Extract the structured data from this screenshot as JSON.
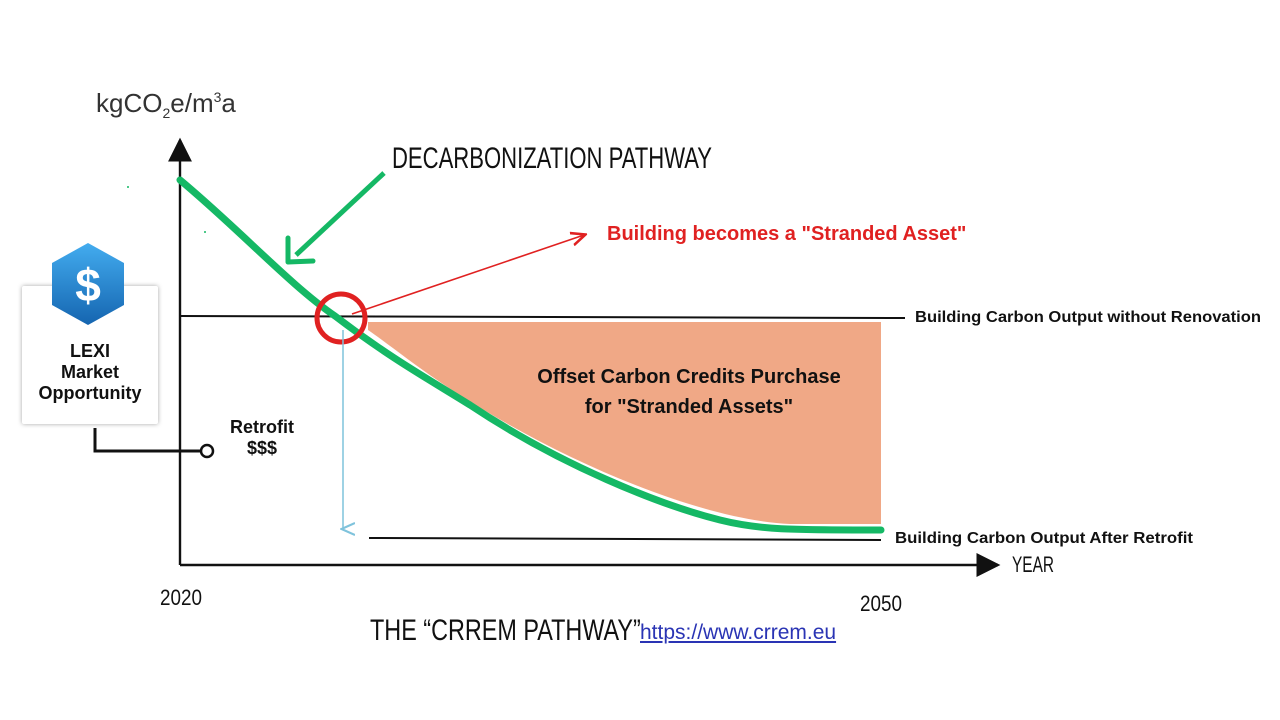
{
  "y_axis_label": {
    "prefix": "kgCO",
    "sub": "2",
    "mid": "e/m",
    "sup": "3",
    "suffix": "a"
  },
  "x_axis_label": "YEAR",
  "x_tick_start": "2020",
  "x_tick_end": "2050",
  "pathway_label": "DECARBONIZATION PATHWAY",
  "stranded_label": "Building becomes a \"Stranded Asset\"",
  "without_renovation_label": "Building Carbon Output without Renovation",
  "after_retrofit_label": "Building Carbon Output After Retrofit",
  "offset_line1": "Offset Carbon Credits Purchase",
  "offset_line2": "for \"Stranded Assets\"",
  "retrofit_line1": "Retrofit",
  "retrofit_line2": "$$$",
  "lexi": {
    "icon": "dollar-hexagon-icon",
    "line1": "LEXI",
    "line2": "Market",
    "line3": "Opportunity"
  },
  "footer_title": "THE “CRREM PATHWAY”",
  "footer_url": "https://www.crrem.eu",
  "colors": {
    "pathway": "#15b865",
    "stranded": "#e02121",
    "offset_area": "#f0a886",
    "drop_arrow": "#7fc3dc",
    "lexi_icon": "#1f87cf"
  }
}
